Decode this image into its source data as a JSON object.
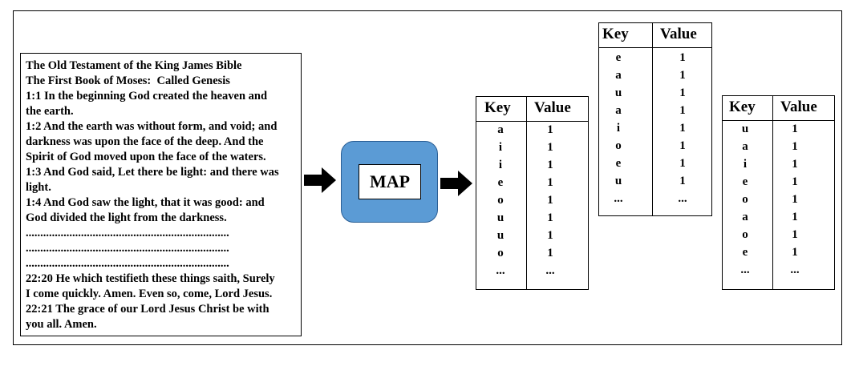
{
  "input_text": [
    "The Old Testament of the King James Bible",
    "The First Book of Moses:  Called Genesis",
    "1:1 In the beginning God created the heaven and",
    "the earth.",
    "1:2 And the earth was without form, and void; and",
    "darkness was upon the face of the deep. And the",
    "Spirit of God moved upon the face of the waters.",
    "1:3 And God said, Let there be light: and there was",
    "light.",
    "1:4 And God saw the light, that it was good: and",
    "God divided the light from the darkness.",
    "......................................................................",
    "......................................................................",
    "......................................................................",
    "22:20 He which testifieth these things saith, Surely",
    "I come quickly. Amen. Even so, come, Lord Jesus.",
    "22:21 The grace of our Lord Jesus Christ be with",
    "you all. Amen."
  ],
  "map_label": "MAP",
  "tables": [
    {
      "key_header": "Key",
      "value_header": "Value",
      "keys": [
        "a",
        "i",
        "i",
        "e",
        "o",
        "u",
        "u",
        "o",
        "..."
      ],
      "values": [
        "1",
        "1",
        "1",
        "1",
        "1",
        "1",
        "1",
        "1",
        "..."
      ]
    },
    {
      "key_header": "Key",
      "value_header": "Value",
      "keys": [
        "e",
        "a",
        "u",
        "a",
        "i",
        "o",
        "e",
        "u",
        "..."
      ],
      "values": [
        "1",
        "1",
        "1",
        "1",
        "1",
        "1",
        "1",
        "1",
        "..."
      ]
    },
    {
      "key_header": "Key",
      "value_header": "Value",
      "keys": [
        "u",
        "a",
        "i",
        "e",
        "o",
        "a",
        "o",
        "e",
        "..."
      ],
      "values": [
        "1",
        "1",
        "1",
        "1",
        "1",
        "1",
        "1",
        "1",
        "..."
      ]
    }
  ]
}
